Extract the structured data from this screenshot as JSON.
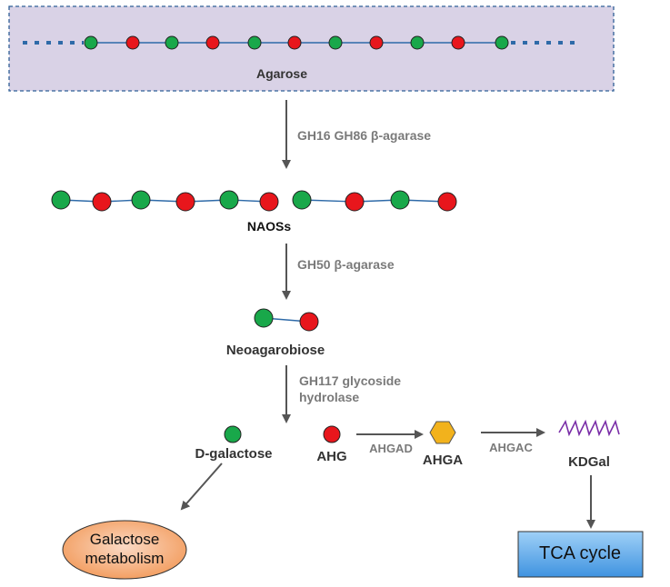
{
  "labels": {
    "agarose": "Agarose",
    "enzyme1": "GH16 GH86 β-agarase",
    "naoss": "NAOSs",
    "enzyme2": "GH50 β-agarase",
    "neoagarobiose": "Neoagarobiose",
    "enzyme3_line1": "GH117 glycoside",
    "enzyme3_line2": "hydrolase",
    "d_galactose": "D-galactose",
    "ahg": "AHG",
    "ahgad": "AHGAD",
    "ahga": "AHGA",
    "ahgac": "AHGAC",
    "kdgal": "KDGal",
    "galactose_metabolism_line1": "Galactose",
    "galactose_metabolism_line2": "metabolism",
    "tca_cycle": "TCA cycle"
  },
  "colors": {
    "green_sugar": "#19a84a",
    "red_sugar": "#e8161c",
    "link": "#2e6aa8",
    "agarose_box": "#d9d2e6",
    "arrow": "#555555",
    "ahga_hexagon": "#f2b21c",
    "kdgal_zigzag": "#7a2fa8",
    "tca_box": "#5aa8e8"
  }
}
